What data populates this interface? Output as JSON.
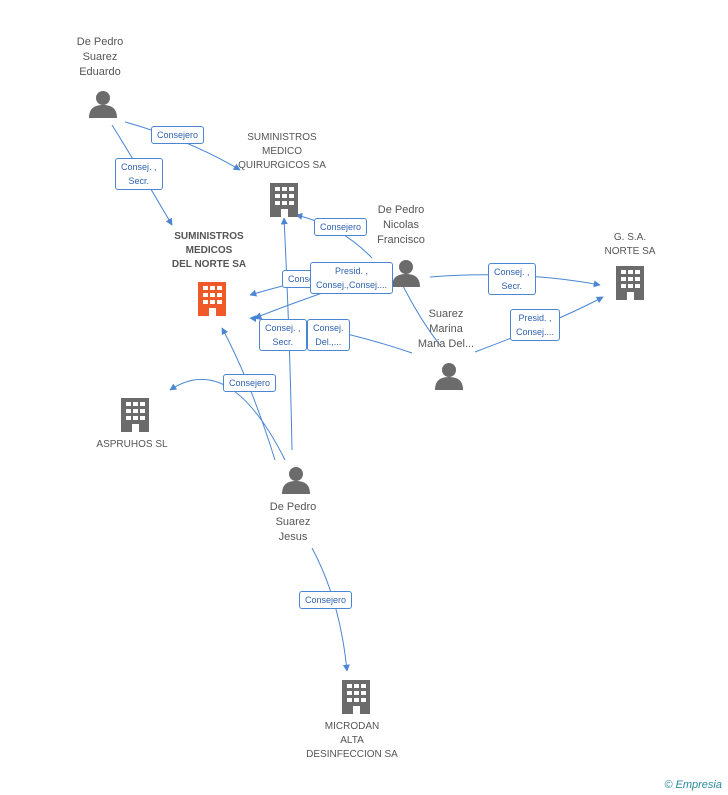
{
  "nodes": {
    "eduardo": {
      "label": "De Pedro\nSuarez\nEduardo",
      "icon": "person-icon"
    },
    "quirurgicos": {
      "label": "SUMINISTROS\nMEDICO\nQUIRURGICOS SA",
      "icon": "building-icon"
    },
    "nicolas": {
      "label": "De Pedro\nNicolas\nFrancisco",
      "icon": "person-icon"
    },
    "focus": {
      "label": "SUMINISTROS\nMEDICOS\nDEL NORTE SA",
      "icon": "building-icon"
    },
    "gsa": {
      "label": "G. S.A.\nNORTE SA",
      "icon": "building-icon"
    },
    "marina": {
      "label": "Suarez\nMarina\nMaria Del...",
      "icon": "person-icon"
    },
    "aspruhos": {
      "label": "ASPRUHOS SL",
      "icon": "building-icon"
    },
    "jesus": {
      "label": "De Pedro\nSuarez\nJesus",
      "icon": "person-icon"
    },
    "microdan": {
      "label": "MICRODAN\nALTA\nDESINFECCION SA",
      "icon": "building-icon"
    }
  },
  "edges": {
    "e1": "Consejero",
    "e2": "Consej. ,\nSecr.",
    "e3": "Consejero",
    "e4": "Consej....",
    "e5": "Presid. ,\nConsej.,Consej....",
    "e6": "Consej. ,\nSecr.",
    "e7": "Presid. ,\nConsej....",
    "e8": "Consej.\nDel.,...",
    "e9": "Consej. ,\nSecr.",
    "e10": "Consejero",
    "e11": "Consejero"
  },
  "colors": {
    "accent": "#4a86d4",
    "focus": "#f05a28",
    "node": "#6b6b6b"
  },
  "footer": {
    "copyright": "©",
    "brand": "Empresia"
  }
}
